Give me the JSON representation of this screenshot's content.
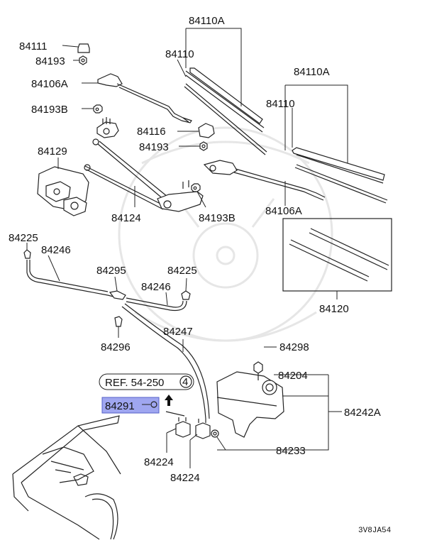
{
  "labels": {
    "p84111": "84111",
    "p84193_top": "84193",
    "p84106A_top": "84106A",
    "p84193B_top": "84193B",
    "p84129": "84129",
    "p84116": "84116",
    "p84193_mid": "84193",
    "p84124": "84124",
    "p84193B_mid": "84193B",
    "p84110A_left": "84110A",
    "p84110_left": "84110",
    "p84110A_right": "84110A",
    "p84110_right": "84110",
    "p84106A_right": "84106A",
    "p84120": "84120",
    "p84225_left": "84225",
    "p84246_left": "84246",
    "p84295": "84295",
    "p84225_right": "84225",
    "p84246_right": "84246",
    "p84296": "84296",
    "p84247": "84247",
    "p84298": "84298",
    "p84204": "84204",
    "p84242A": "84242A",
    "p84233": "84233",
    "p84224_left": "84224",
    "p84224_right": "84224",
    "p84291": "84291",
    "ref": "REF. 54-250",
    "ref_circle": "4",
    "code": "3V8JA54"
  },
  "highlight_color": "#9fa6f0"
}
